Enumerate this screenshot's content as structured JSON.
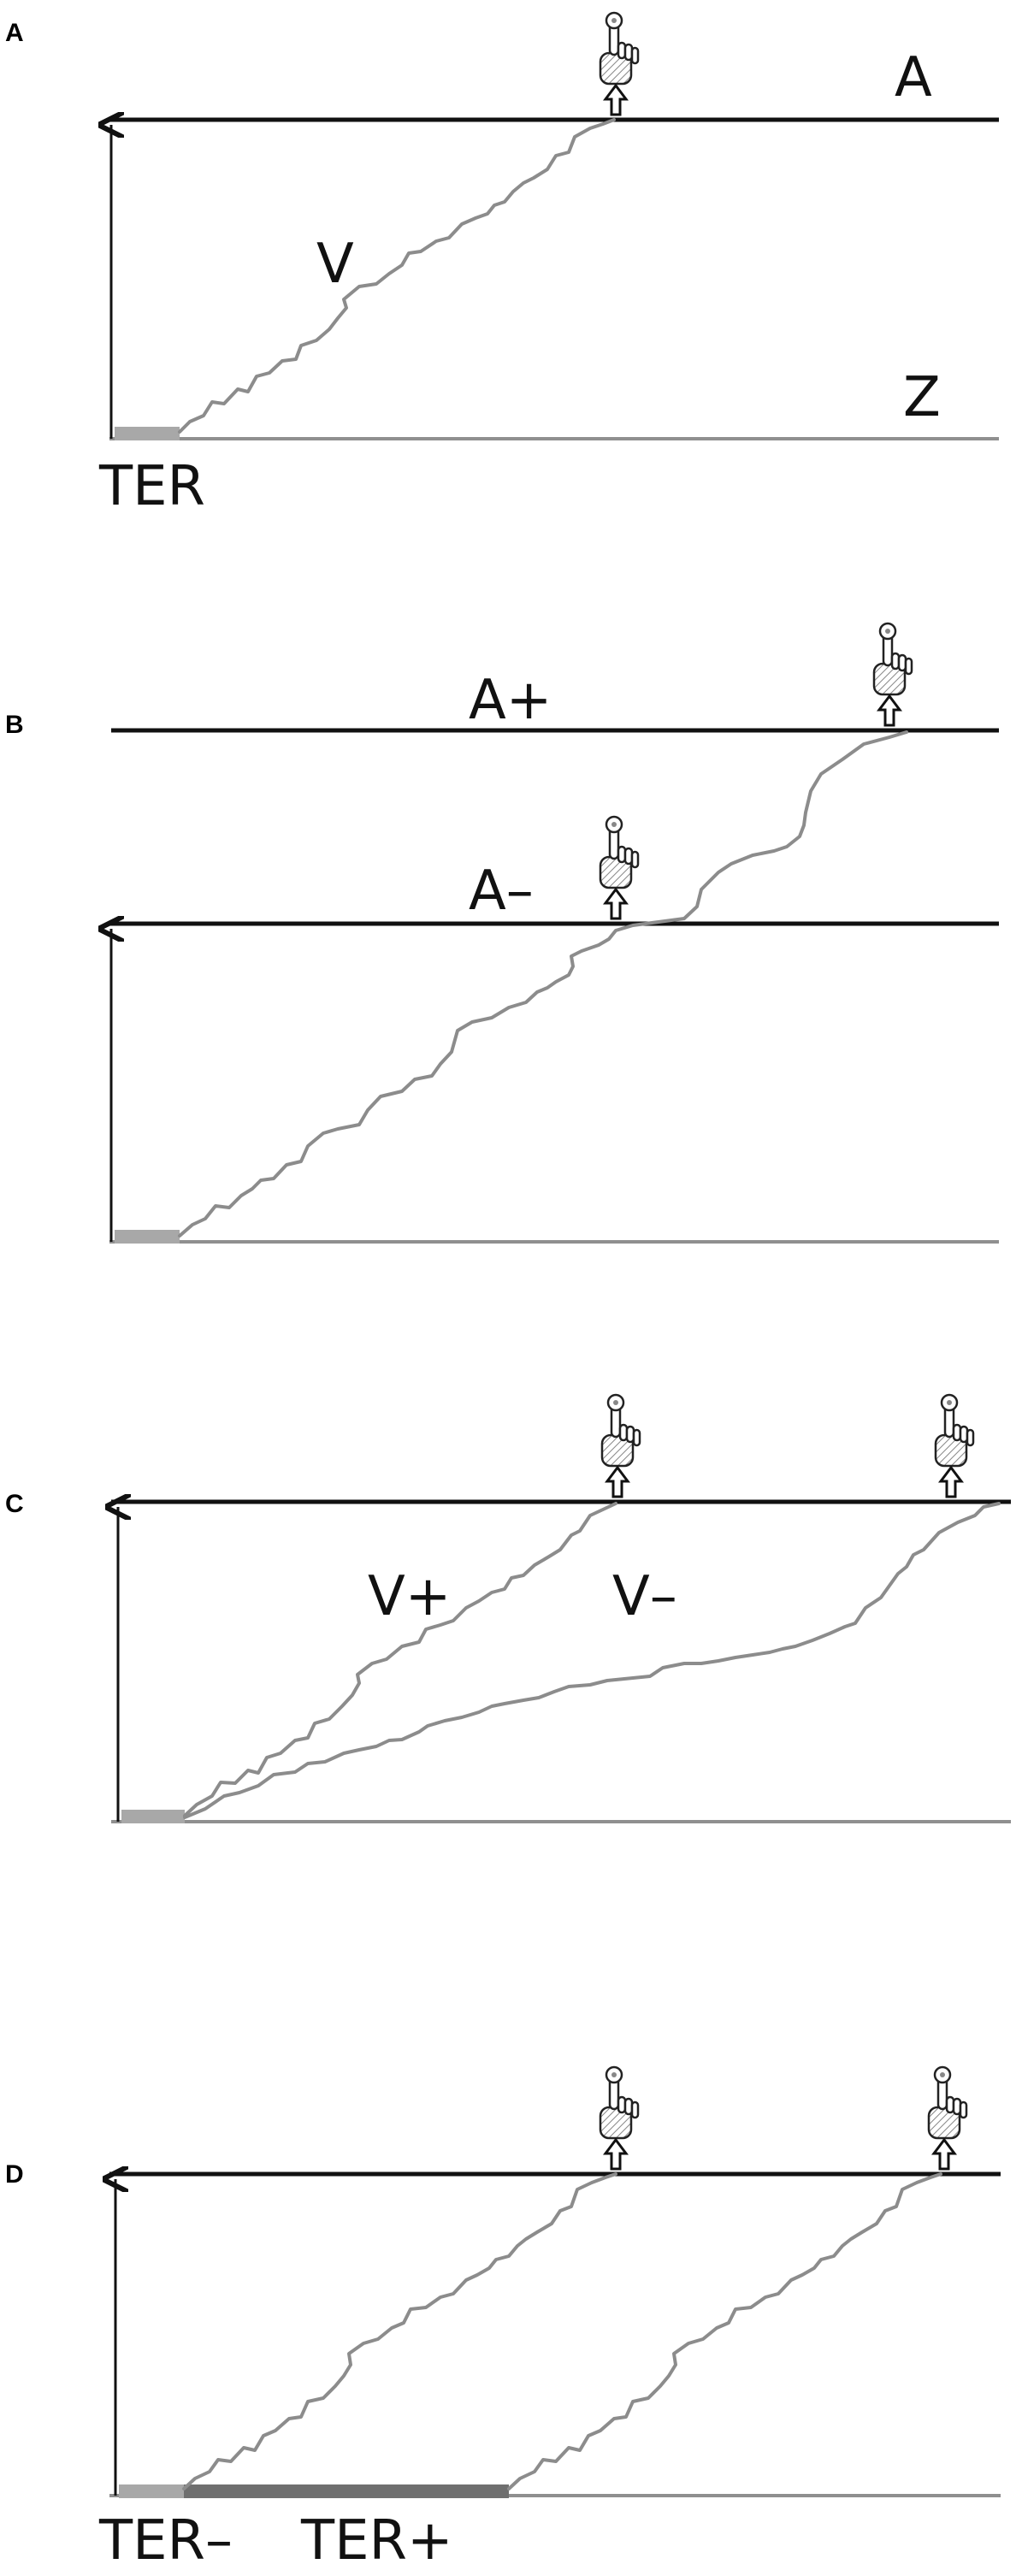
{
  "panels": [
    {
      "letter": "A",
      "upper_label": "A",
      "lower_label": "Z",
      "path_label": "V",
      "ter_label": "TER"
    },
    {
      "letter": "B",
      "upper_label_plus": "A+",
      "upper_label_minus": "A–"
    },
    {
      "letter": "C",
      "path_label_plus": "V+",
      "path_label_minus": "V–"
    },
    {
      "letter": "D",
      "ter_label_minus": "TER–",
      "ter_label_plus": "TER+"
    }
  ],
  "icons": {
    "response": "hand-press-icon",
    "arrow": "up-arrow-icon"
  },
  "colors": {
    "boundary": "#111111",
    "path": "#8c8c8c",
    "ter_light": "#a8a8a8",
    "ter_dark": "#6f6f6f"
  }
}
